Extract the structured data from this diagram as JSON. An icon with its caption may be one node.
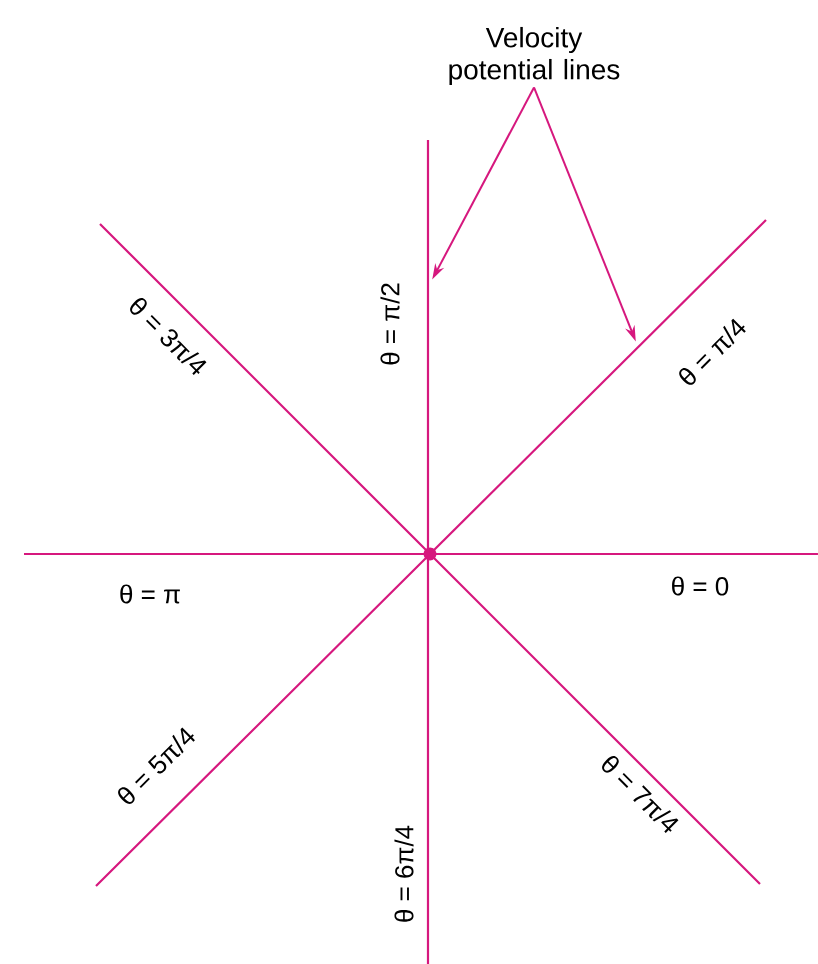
{
  "diagram": {
    "nodes": [
      {
        "text": [
          "Velocity potential lines"
        ]
      },
      {
        "text": [],
        "shape": "line"
      },
      {
        "text": [],
        "shape": "line"
      }
    ],
    "edges": [
      {
        "from": 0,
        "to": 1,
        "arrow": "to"
      },
      {
        "from": 0,
        "to": 2,
        "arrow": "to"
      }
    ],
    "labels": [
      "θ = 3π/4",
      "θ = π/2",
      "θ = π/4",
      "θ = π",
      "θ = 0",
      "θ = 5π/4",
      "θ = 6π/4",
      "θ = 7π/4"
    ]
  }
}
